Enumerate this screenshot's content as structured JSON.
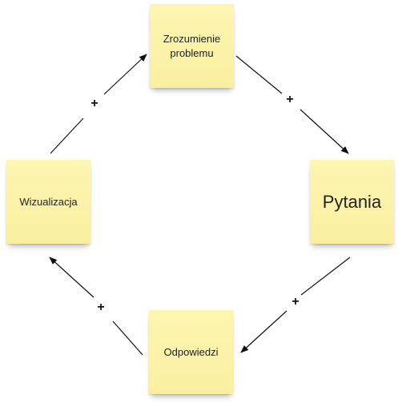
{
  "notes": {
    "top": "Zrozumienie problemu",
    "right": "Pytania",
    "bottom": "Odpowiedzi",
    "left": "Wizualizacja"
  },
  "connectors": {
    "top_to_right": "+",
    "right_to_bottom": "+",
    "bottom_to_left": "+",
    "left_to_top": "+"
  },
  "colors": {
    "note": "#fbf2a6",
    "arrow": "#111111"
  }
}
